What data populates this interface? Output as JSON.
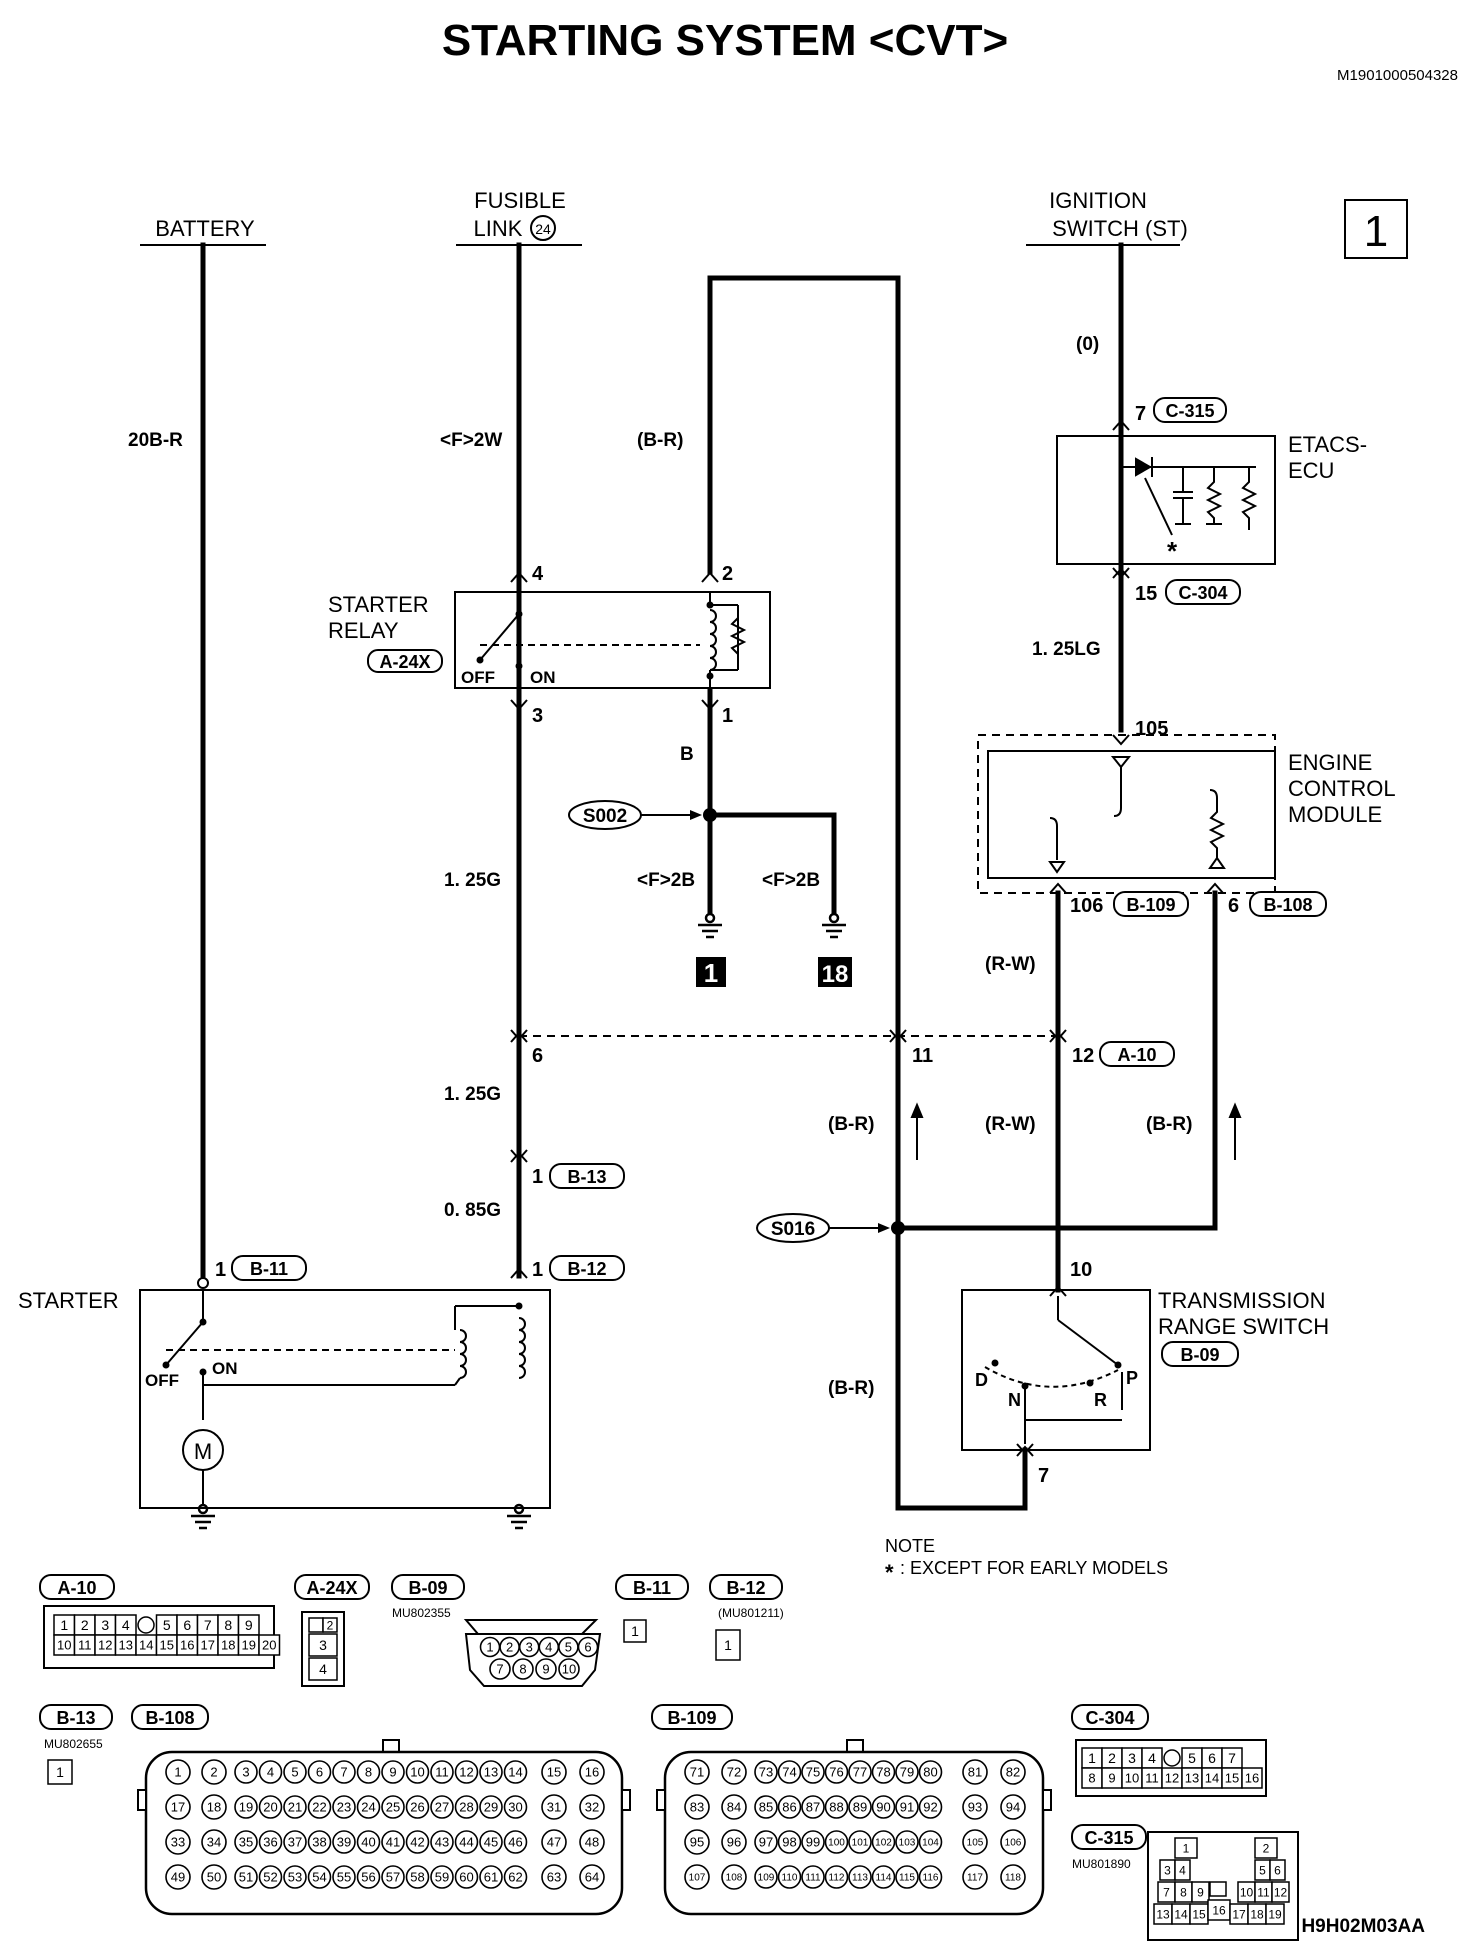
{
  "title": "STARTING SYSTEM <CVT>",
  "doc_code": "M1901000504328",
  "page_no": "1",
  "figure_code": "H9H02M03AA",
  "note": {
    "heading": "NOTE",
    "text": ": EXCEPT FOR EARLY MODELS"
  },
  "sources": {
    "battery": "BATTERY",
    "fusible_line1": "FUSIBLE",
    "fusible_line2": "LINK",
    "fusible_num": "24",
    "ign_line1": "IGNITION",
    "ign_line2": "SWITCH (ST)"
  },
  "components": {
    "starter_relay_l1": "STARTER",
    "starter_relay_l2": "RELAY",
    "starter_relay_conn": "A-24X",
    "etacs_l1": "ETACS-",
    "etacs_l2": "ECU",
    "ecm_l1": "ENGINE",
    "ecm_l2": "CONTROL",
    "ecm_l3": "MODULE",
    "starter": "STARTER",
    "trs_l1": "TRANSMISSION",
    "trs_l2": "RANGE SWITCH",
    "trs_conn": "B-09",
    "off": "OFF",
    "on": "ON",
    "motor": "M",
    "trs_d": "D",
    "trs_n": "N",
    "trs_r": "R",
    "trs_p": "P"
  },
  "wires": {
    "w_20br": "20B-R",
    "w_f2w": "<F>2W",
    "w_br1": "(B-R)",
    "w_0": "(0)",
    "w_125lg": "1. 25LG",
    "w_b": "B",
    "w_125g_a": "1. 25G",
    "w_f2b_a": "<F>2B",
    "w_f2b_b": "<F>2B",
    "w_rw1": "(R-W)",
    "w_125g_b": "1. 25G",
    "w_br2": "(B-R)",
    "w_rw2": "(R-W)",
    "w_br3": "(B-R)",
    "w_085g": "0. 85G",
    "w_br4": "(B-R)"
  },
  "splices": {
    "s002": "S002",
    "s016": "S016"
  },
  "grounds": {
    "g1": "1",
    "g18": "18"
  },
  "pins": {
    "p7": "7",
    "c315": "C-315",
    "p15": "15",
    "c304": "C-304",
    "p4": "4",
    "p2": "2",
    "p3": "3",
    "p1": "1",
    "p105": "105",
    "p106": "106",
    "b109": "B-109",
    "p6b": "6",
    "b108": "B-108",
    "p6": "6",
    "p11": "11",
    "p12": "12",
    "a10": "A-10",
    "p1_b13": "1",
    "b13": "B-13",
    "p1_b11": "1",
    "b11": "B-11",
    "p1_b12": "1",
    "b12": "B-12",
    "p10": "10",
    "p7b": "7"
  },
  "connectors": {
    "a10": {
      "label": "A-10",
      "row1": [
        "1",
        "2",
        "3",
        "4",
        "5",
        "6",
        "7",
        "8",
        "9"
      ],
      "row2": [
        "10",
        "11",
        "12",
        "13",
        "14",
        "15",
        "16",
        "17",
        "18",
        "19",
        "20"
      ]
    },
    "a24x": {
      "label": "A-24X",
      "cells": [
        "2",
        "3",
        "4"
      ]
    },
    "b09": {
      "label": "B-09",
      "part": "MU802355",
      "row1": [
        "1",
        "2",
        "3",
        "4",
        "5",
        "6"
      ],
      "row2": [
        "7",
        "8",
        "9",
        "10"
      ]
    },
    "b11": {
      "label": "B-11",
      "cells": [
        "1"
      ]
    },
    "b12": {
      "label": "B-12",
      "part": "(MU801211)",
      "cells": [
        "1"
      ]
    },
    "b13": {
      "label": "B-13",
      "part": "MU802655",
      "cells": [
        "1"
      ]
    },
    "b108": {
      "label": "B-108",
      "rows": [
        [
          "1",
          "2",
          "3",
          "4",
          "5",
          "6",
          "7",
          "8",
          "9",
          "10",
          "11",
          "12",
          "13",
          "14",
          "15",
          "16"
        ],
        [
          "17",
          "18",
          "19",
          "20",
          "21",
          "22",
          "23",
          "24",
          "25",
          "26",
          "27",
          "28",
          "29",
          "30",
          "31",
          "32"
        ],
        [
          "33",
          "34",
          "35",
          "36",
          "37",
          "38",
          "39",
          "40",
          "41",
          "42",
          "43",
          "44",
          "45",
          "46",
          "47",
          "48"
        ],
        [
          "49",
          "50",
          "51",
          "52",
          "53",
          "54",
          "55",
          "56",
          "57",
          "58",
          "59",
          "60",
          "61",
          "62",
          "63",
          "64"
        ]
      ]
    },
    "b109": {
      "label": "B-109",
      "rows": [
        [
          "71",
          "72",
          "73",
          "74",
          "75",
          "76",
          "77",
          "78",
          "79",
          "80",
          "81",
          "82"
        ],
        [
          "83",
          "84",
          "85",
          "86",
          "87",
          "88",
          "89",
          "90",
          "91",
          "92",
          "93",
          "94"
        ],
        [
          "95",
          "96",
          "97",
          "98",
          "99",
          "100",
          "101",
          "102",
          "103",
          "104",
          "105",
          "106"
        ],
        [
          "107",
          "108",
          "109",
          "110",
          "111",
          "112",
          "113",
          "114",
          "115",
          "116",
          "117",
          "118"
        ]
      ]
    },
    "c304": {
      "label": "C-304",
      "row1": [
        "1",
        "2",
        "3",
        "4",
        "5",
        "6",
        "7"
      ],
      "row2": [
        "8",
        "9",
        "10",
        "11",
        "12",
        "13",
        "14",
        "15",
        "16"
      ]
    },
    "c315": {
      "label": "C-315",
      "part": "MU801890",
      "cells": [
        "1",
        "2",
        "3",
        "4",
        "5",
        "6",
        "7",
        "8",
        "9",
        "10",
        "11",
        "12",
        "13",
        "14",
        "15",
        "16",
        "17",
        "18",
        "19"
      ]
    }
  }
}
